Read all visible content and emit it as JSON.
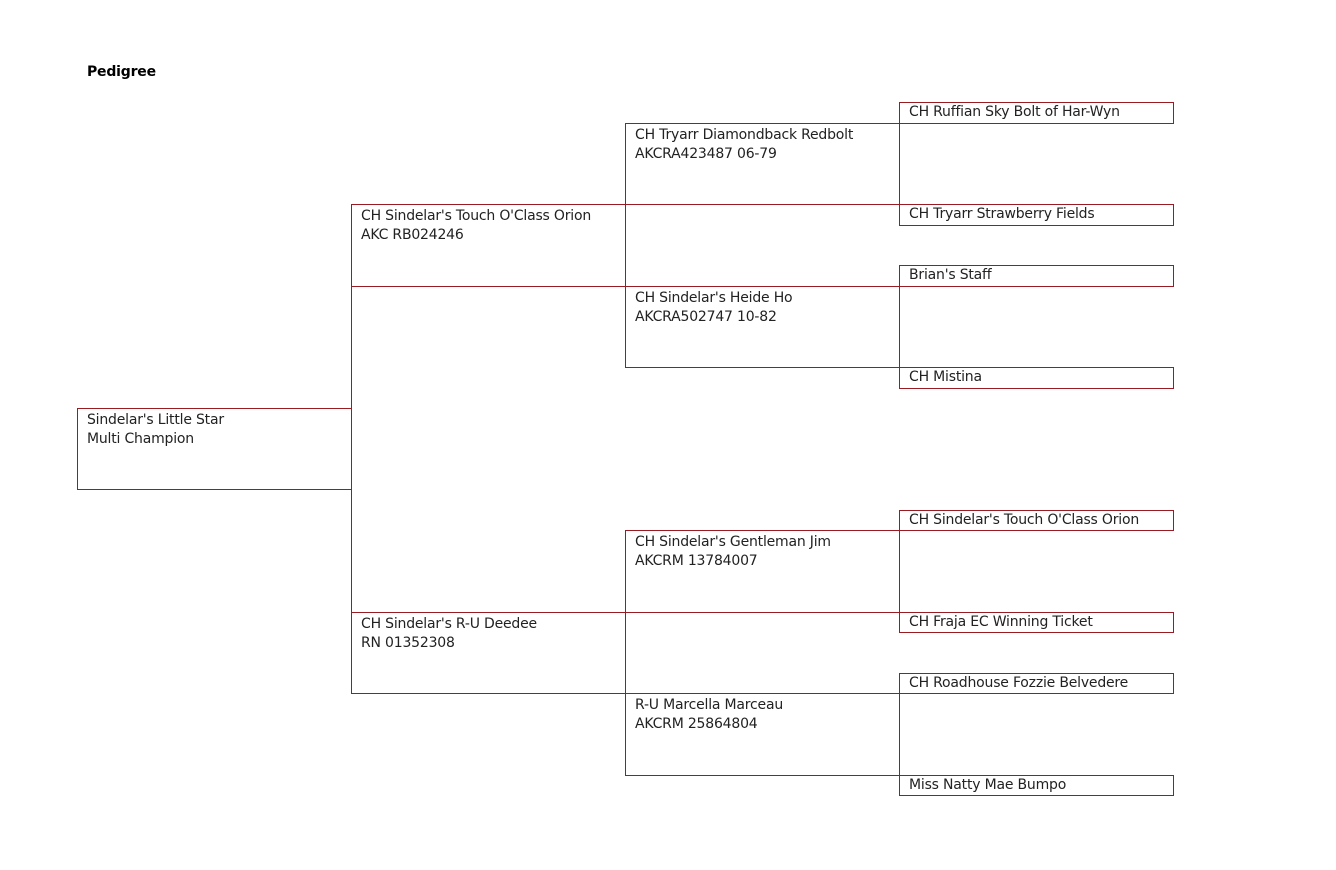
{
  "page": {
    "title": "Pedigree",
    "border_color": "#9b1b23"
  },
  "dog": {
    "name": "Sindelar's Little Star",
    "detail": "Multi Champion"
  },
  "sire": {
    "name": "CH Sindelar's Touch O'Class Orion",
    "detail": "AKC RB024246"
  },
  "dam": {
    "name": "CH Sindelar's R-U Deedee",
    "detail": "RN 01352308"
  },
  "sire_sire": {
    "name": "CH Tryarr Diamondback Redbolt",
    "detail": "AKCRA423487 06-79"
  },
  "sire_dam": {
    "name": "CH Sindelar's Heide Ho",
    "detail": "AKCRA502747 10-82"
  },
  "dam_sire": {
    "name": "CH Sindelar's Gentleman Jim",
    "detail": "AKCRM 13784007"
  },
  "dam_dam": {
    "name": "R-U Marcella Marceau",
    "detail": "AKCRM 25864804"
  },
  "great_grandparents": [
    "CH Ruffian Sky Bolt of Har-Wyn",
    "CH Tryarr Strawberry Fields",
    "Brian's Staff",
    "CH Mistina",
    "CH Sindelar's Touch O'Class Orion",
    "CH Fraja EC Winning Ticket",
    "CH Roadhouse Fozzie Belvedere",
    "Miss Natty Mae Bumpo"
  ]
}
